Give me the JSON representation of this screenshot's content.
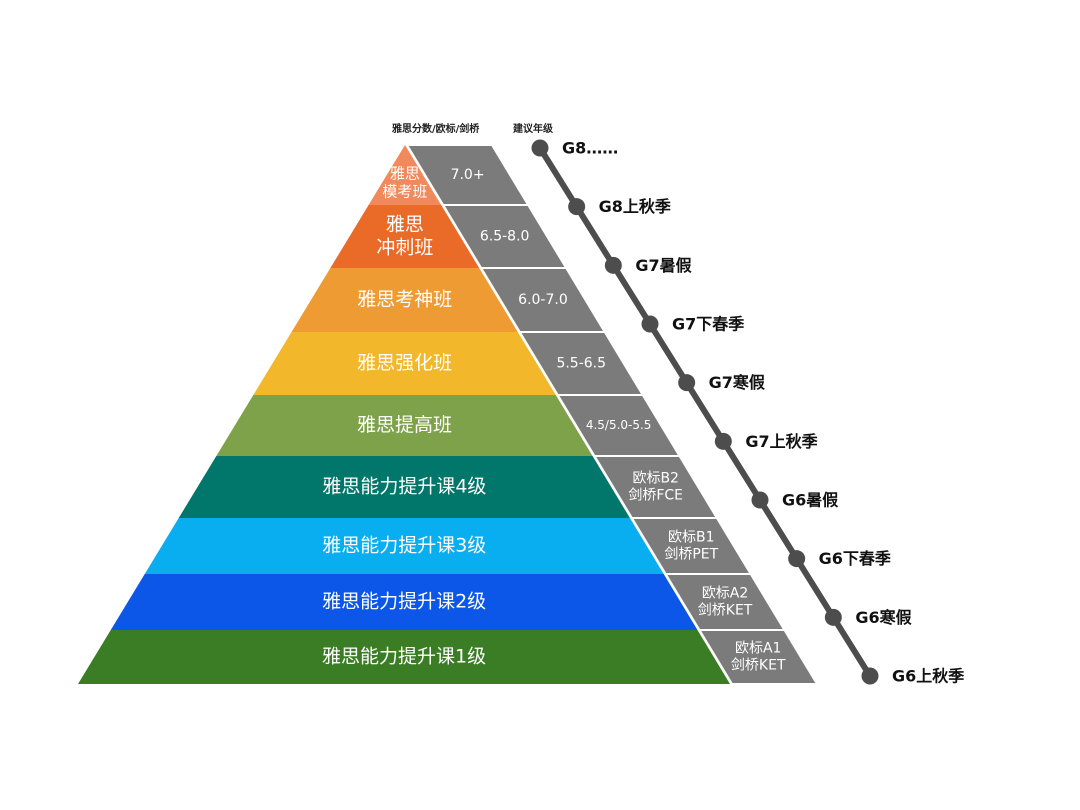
{
  "headers": {
    "score_column": "雅思分数/欧标/剑桥",
    "grade_column": "建议年级"
  },
  "levels": [
    {
      "lines": [
        "雅思",
        "模考班"
      ],
      "color": "#f08a5d",
      "score": [
        "7.0+"
      ],
      "grade": "G8……"
    },
    {
      "lines": [
        "雅思",
        "冲刺班"
      ],
      "color": "#ea6a28",
      "score": [
        "6.5-8.0"
      ],
      "grade": "G8上秋季"
    },
    {
      "lines": [
        "雅思考神班"
      ],
      "color": "#ef9b34",
      "score": [
        "6.0-7.0"
      ],
      "grade": "G7暑假"
    },
    {
      "lines": [
        "雅思强化班"
      ],
      "color": "#f2b72a",
      "score": [
        "5.5-6.5"
      ],
      "grade": "G7下春季"
    },
    {
      "lines": [
        "雅思提高班"
      ],
      "color": "#7da24a",
      "score": [
        "4.5/5.0-5.5"
      ],
      "grade": "G7寒假"
    },
    {
      "lines": [
        "雅思能力提升课4级"
      ],
      "color": "#01766a",
      "score": [
        "欧标B2",
        "剑桥FCE"
      ],
      "grade": "G7上秋季"
    },
    {
      "lines": [
        "雅思能力提升课3级"
      ],
      "color": "#09aef0",
      "score": [
        "欧标B1",
        "剑桥PET"
      ],
      "grade": "G6暑假"
    },
    {
      "lines": [
        "雅思能力提升课2级"
      ],
      "color": "#0c56e8",
      "score": [
        "欧标A2",
        "剑桥KET"
      ],
      "grade": "G6下春季"
    },
    {
      "lines": [
        "雅思能力提升课1级"
      ],
      "color": "#3a7d24",
      "score": [
        "欧标A1",
        "剑桥KET"
      ],
      "grade": "G6寒假"
    }
  ],
  "extra_grade": "G6上秋季",
  "colors": {
    "score_band": "#7b7b7b",
    "score_text": "#ffffff",
    "timeline": "#4d4d4d",
    "grade_text": "#111111",
    "level_text": "#ffffff"
  }
}
